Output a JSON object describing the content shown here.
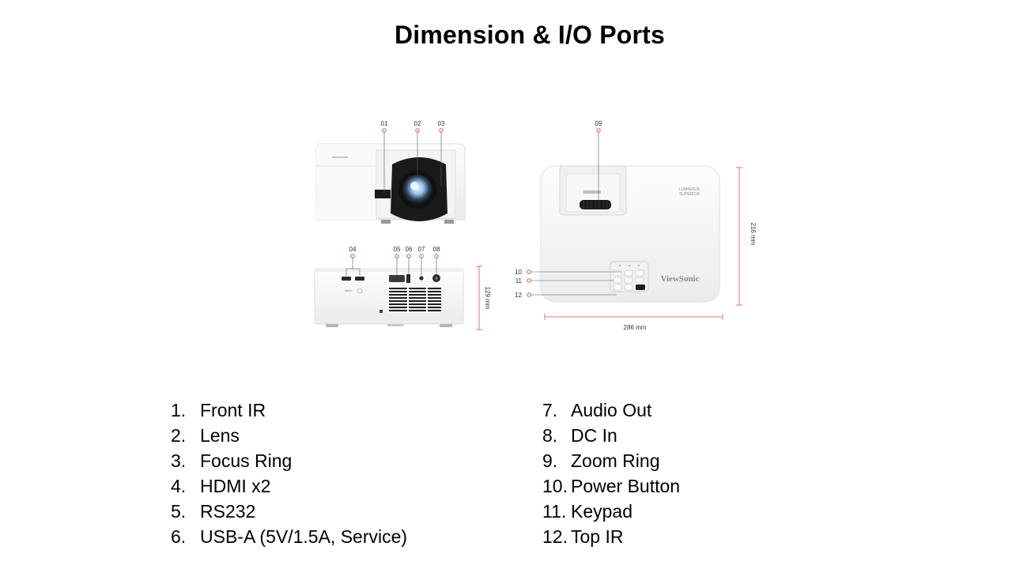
{
  "title": "Dimension & I/O Ports",
  "figure": {
    "front_callouts": [
      "01",
      "02",
      "03"
    ],
    "rear_callouts": [
      "04",
      "05",
      "06",
      "07",
      "08"
    ],
    "top_callouts": [
      "09",
      "10",
      "11",
      "12"
    ],
    "height_dimension": "129 mm",
    "depth_dimension": "216 mm",
    "width_dimension": "286 mm",
    "brand_logo": "ViewSonic",
    "top_badge": [
      "LUMINOUS",
      "SUPERIOR"
    ]
  },
  "ports_left": [
    {
      "num": "1.",
      "label": "Front IR"
    },
    {
      "num": "2.",
      "label": "Lens"
    },
    {
      "num": "3.",
      "label": "Focus Ring"
    },
    {
      "num": "4.",
      "label": "HDMI x2"
    },
    {
      "num": "5.",
      "label": "RS232"
    },
    {
      "num": "6.",
      "label": "USB-A (5V/1.5A, Service)"
    }
  ],
  "ports_right": [
    {
      "num": "7.",
      "label": "Audio Out"
    },
    {
      "num": "8.",
      "label": "DC In"
    },
    {
      "num": "9.",
      "label": "Zoom Ring"
    },
    {
      "num": "10.",
      "label": "Power Button"
    },
    {
      "num": "11.",
      "label": "Keypad"
    },
    {
      "num": "12.",
      "label": "Top IR"
    }
  ],
  "colors": {
    "callout_red": "#d9534f",
    "body_white": "#f7f7f7",
    "outline_gray": "#d8d8d8"
  }
}
